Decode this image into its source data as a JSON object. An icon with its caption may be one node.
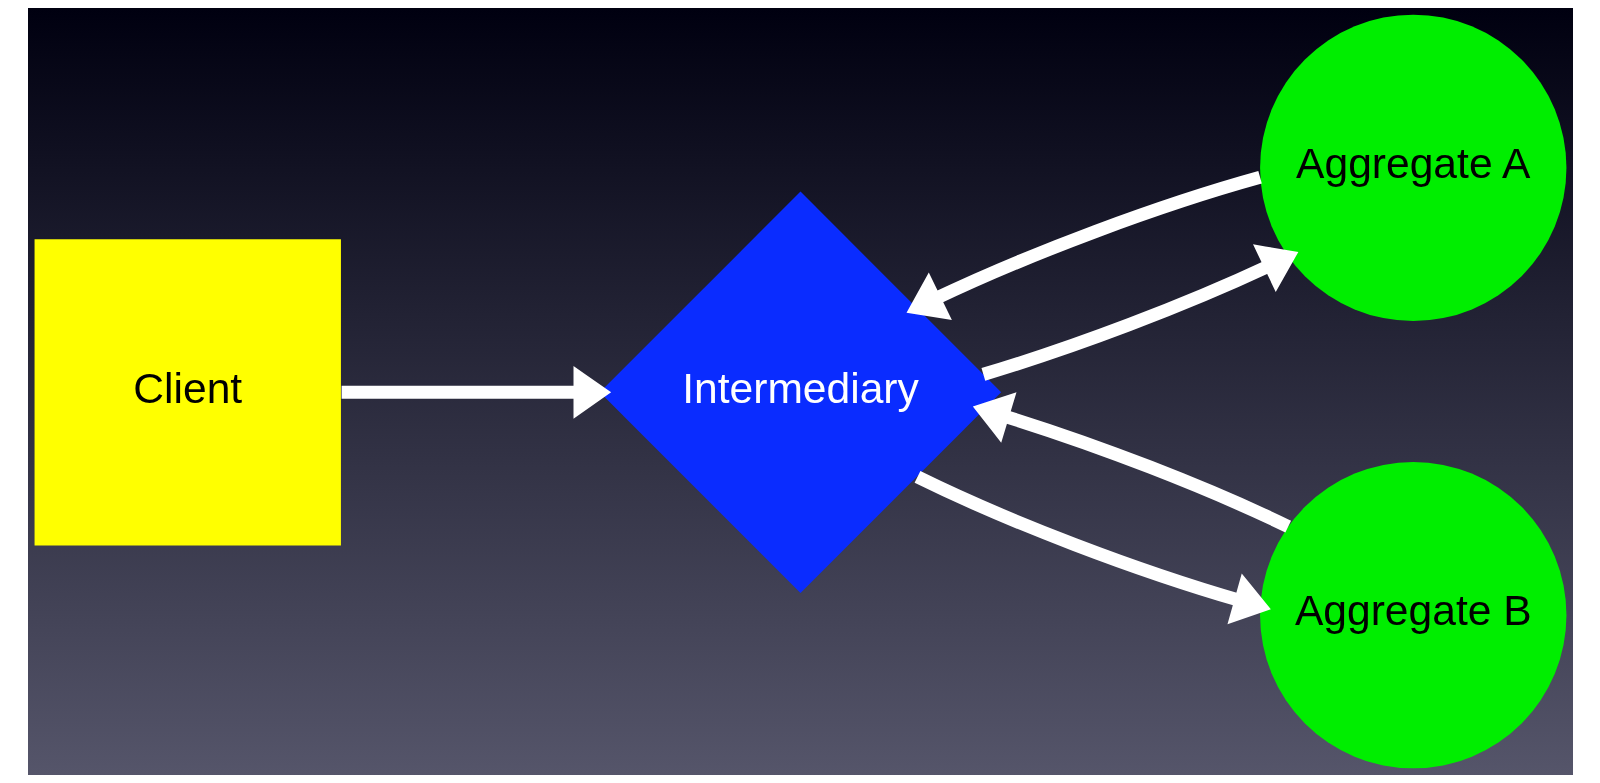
{
  "diagram": {
    "nodes": [
      {
        "text": [
          "Client"
        ]
      },
      {
        "text": [
          "Intermediary"
        ]
      },
      {
        "text": [
          "Aggregate A"
        ]
      },
      {
        "text": [
          "Aggregate B"
        ]
      }
    ],
    "edges": [
      {
        "from": 0,
        "to": 1,
        "arrow": "to"
      },
      {
        "from": 1,
        "to": 2,
        "arrow": "to"
      },
      {
        "from": 2,
        "to": 1,
        "arrow": "to"
      },
      {
        "from": 1,
        "to": 3,
        "arrow": "to"
      },
      {
        "from": 3,
        "to": 1,
        "arrow": "to"
      }
    ]
  }
}
